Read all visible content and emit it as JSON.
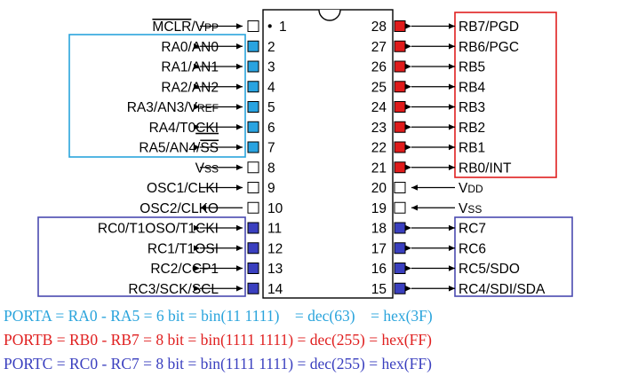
{
  "chip": {
    "pin1_dot": "•"
  },
  "colors": {
    "porta": "#29a3e0",
    "portb": "#e01b1b",
    "portc": "#3a3fbf",
    "porta_box": "#2aa4dc",
    "portb_box": "#e02020",
    "portc_box": "#4a4ab0",
    "sum_a": "#2aa4dc",
    "sum_b": "#e02020",
    "sum_c": "#3a3fbf",
    "line": "#000000"
  },
  "left_pins": [
    {
      "num": "1",
      "label": "MCLR/VPP",
      "label_rich": [
        [
          "MCLR",
          "over"
        ],
        [
          "/V",
          ""
        ],
        [
          "PP",
          "small"
        ]
      ],
      "port": "none",
      "arrow": "in"
    },
    {
      "num": "2",
      "label": "RA0/AN0",
      "port": "a",
      "arrow": "both"
    },
    {
      "num": "3",
      "label": "RA1/AN1",
      "port": "a",
      "arrow": "both"
    },
    {
      "num": "4",
      "label": "RA2/AN2",
      "port": "a",
      "arrow": "both"
    },
    {
      "num": "5",
      "label": "RA3/AN3/VREF",
      "label_rich": [
        [
          "RA3/AN3/V",
          ""
        ],
        [
          "REF",
          "small"
        ]
      ],
      "port": "a",
      "arrow": "both"
    },
    {
      "num": "6",
      "label": "RA4/T0CKI",
      "label_rich": [
        [
          "RA4/T0",
          ""
        ],
        [
          "CKI",
          "under"
        ]
      ],
      "port": "a",
      "arrow": "both"
    },
    {
      "num": "7",
      "label": "RA5/AN4/SS",
      "label_rich": [
        [
          "RA5/AN4/",
          ""
        ],
        [
          "SS",
          "over"
        ]
      ],
      "port": "a",
      "arrow": "both"
    },
    {
      "num": "8",
      "label": "VSS",
      "label_rich": [
        [
          "V",
          ""
        ],
        [
          "SS",
          "small"
        ]
      ],
      "port": "none",
      "arrow": "in"
    },
    {
      "num": "9",
      "label": "OSC1/CLKI",
      "port": "none",
      "arrow": "in"
    },
    {
      "num": "10",
      "label": "OSC2/CLKO",
      "port": "none",
      "arrow": "out"
    },
    {
      "num": "11",
      "label": "RC0/T1OSO/T1CKI",
      "port": "c",
      "arrow": "both"
    },
    {
      "num": "12",
      "label": "RC1/T1OSI",
      "port": "c",
      "arrow": "both"
    },
    {
      "num": "13",
      "label": "RC2/CCP1",
      "port": "c",
      "arrow": "both"
    },
    {
      "num": "14",
      "label": "RC3/SCK/SCL",
      "port": "c",
      "arrow": "both"
    }
  ],
  "right_pins": [
    {
      "num": "28",
      "label": "RB7/PGD",
      "port": "b",
      "arrow": "both"
    },
    {
      "num": "27",
      "label": "RB6/PGC",
      "port": "b",
      "arrow": "both"
    },
    {
      "num": "26",
      "label": "RB5",
      "port": "b",
      "arrow": "both"
    },
    {
      "num": "25",
      "label": "RB4",
      "port": "b",
      "arrow": "both"
    },
    {
      "num": "24",
      "label": "RB3",
      "port": "b",
      "arrow": "both"
    },
    {
      "num": "23",
      "label": "RB2",
      "port": "b",
      "arrow": "both"
    },
    {
      "num": "22",
      "label": "RB1",
      "port": "b",
      "arrow": "both"
    },
    {
      "num": "21",
      "label": "RB0/INT",
      "port": "b",
      "arrow": "both"
    },
    {
      "num": "20",
      "label": "VDD",
      "label_rich": [
        [
          "V",
          ""
        ],
        [
          "DD",
          "small"
        ]
      ],
      "port": "none",
      "arrow": "in"
    },
    {
      "num": "19",
      "label": "VSS",
      "label_rich": [
        [
          "V",
          ""
        ],
        [
          "SS",
          "small"
        ]
      ],
      "port": "none",
      "arrow": "in"
    },
    {
      "num": "18",
      "label": "RC7",
      "port": "c",
      "arrow": "both"
    },
    {
      "num": "17",
      "label": "RC6",
      "port": "c",
      "arrow": "both"
    },
    {
      "num": "16",
      "label": "RC5/SDO",
      "port": "c",
      "arrow": "both"
    },
    {
      "num": "15",
      "label": "RC4/SDI/SDA",
      "port": "c",
      "arrow": "both"
    }
  ],
  "summary": [
    {
      "text": "PORTA = RA0 - RA5 = 6 bit = bin(11 1111)    = dec(63)    = hex(3F)",
      "color": "#2aa4dc",
      "name": "summary-porta"
    },
    {
      "text": "PORTB = RB0 - RB7 = 8 bit = bin(1111 1111) = dec(255) = hex(FF)",
      "color": "#e02020",
      "name": "summary-portb"
    },
    {
      "text": "PORTC = RC0 - RC7 = 8 bit = bin(1111 1111) = dec(255) = hex(FF)",
      "color": "#3a3fbf",
      "name": "summary-portc"
    }
  ]
}
